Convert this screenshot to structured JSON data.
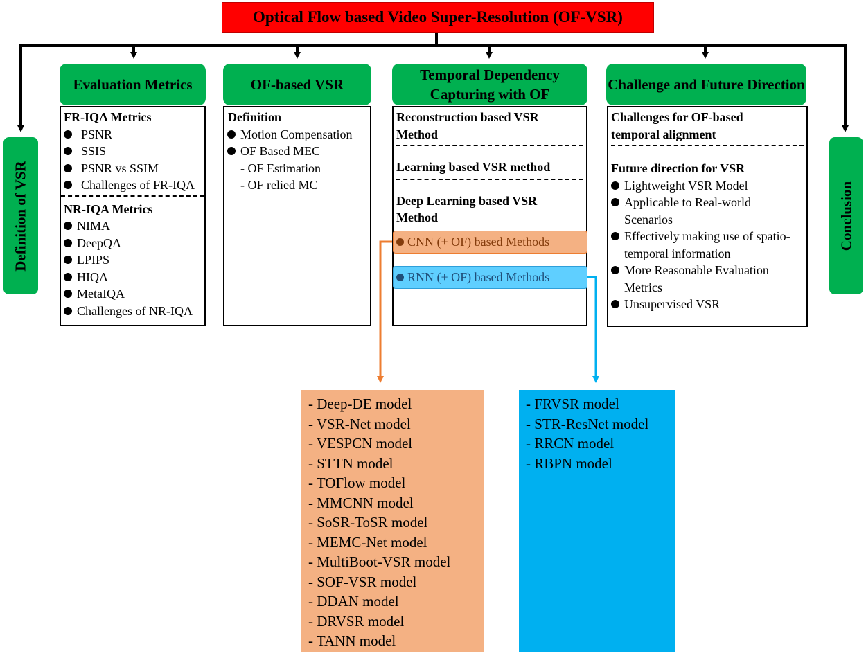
{
  "title": "Optical Flow based Video Super-Resolution (OF-VSR)",
  "side_left": "Definition of VSR",
  "side_right": "Conclusion",
  "columns": {
    "eval": {
      "header": "Evaluation Metrics",
      "fr_heading": "FR-IQA Metrics",
      "fr_items": [
        "PSNR",
        "SSIS",
        "PSNR vs SSIM",
        "Challenges of FR-IQA"
      ],
      "nr_heading": "NR-IQA Metrics",
      "nr_items": [
        "NIMA",
        "DeepQA",
        "LPIPS",
        "HIQA",
        "MetaIQA",
        "Challenges of NR-IQA"
      ]
    },
    "ofvsr": {
      "header": "OF-based VSR",
      "definition": "Definition",
      "items": [
        "Motion Compensation",
        "OF Based MEC"
      ],
      "subitems": [
        "- OF Estimation",
        "- OF relied MC"
      ]
    },
    "temporal": {
      "header": "Temporal Dependency Capturing with OF",
      "recon": "Reconstruction based VSR Method",
      "learning": "Learning based VSR method",
      "deep": "Deep Learning based VSR Method",
      "cnn": "CNN (+ OF) based Methods",
      "rnn": "RNN (+ OF) based Methods"
    },
    "future": {
      "header": "Challenge and Future Direction",
      "challenges": "Challenges for OF-based temporal alignment",
      "future_heading": "Future direction for VSR",
      "items": [
        "Lightweight VSR Model",
        "Applicable to Real-world Scenarios",
        "Effectively making use of spatio-temporal information",
        "More Reasonable Evaluation Metrics",
        "Unsupervised VSR"
      ]
    }
  },
  "cnn_models": [
    "- Deep-DE model",
    "- VSR-Net model",
    "- VESPCN model",
    "- STTN model",
    "- TOFlow model",
    "- MMCNN model",
    "- SoSR-ToSR model",
    "- MEMC-Net model",
    "- MultiBoot-VSR model",
    "- SOF-VSR model",
    "- DDAN model",
    "- DRVSR model",
    "- TANN model"
  ],
  "rnn_models": [
    "- FRVSR model",
    "- STR-ResNet model",
    "- RRCN model",
    "- RBPN model"
  ],
  "colors": {
    "title": "#ff0000",
    "header": "#00b050",
    "cnn": "#f4b183",
    "rnn": "#00b0f0",
    "cnn_arrow": "#ed7d31",
    "rnn_arrow": "#00b0f0"
  }
}
